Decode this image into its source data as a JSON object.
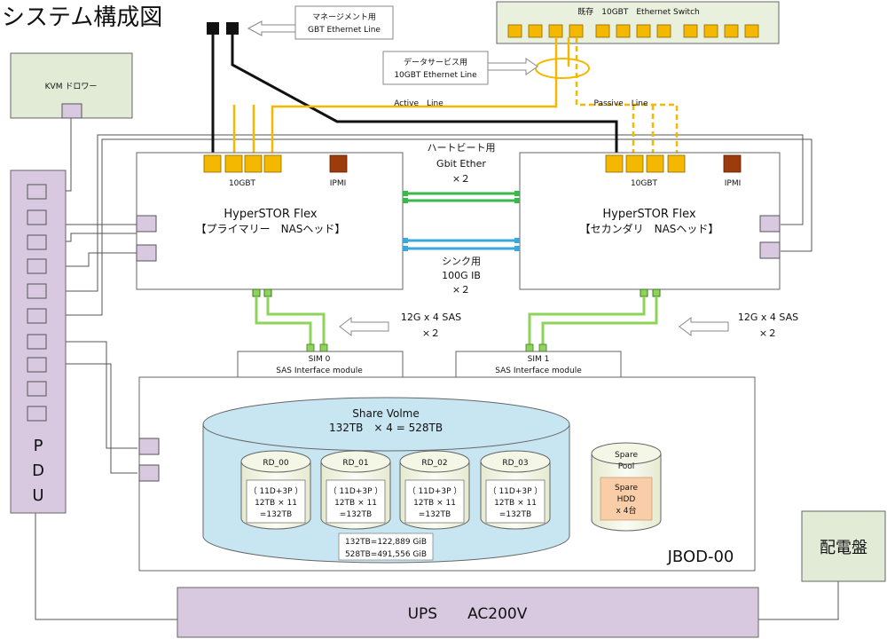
{
  "title": "システム構成図",
  "kvm": "KVM ドロワー",
  "pdu": [
    "P",
    "D",
    "U"
  ],
  "switch_label": "既存　10GBT　Ethernet Switch",
  "mgmt_callout": [
    "マネージメント用",
    "GBT Ethernet Line"
  ],
  "data_callout": [
    "データサービス用",
    "10GBT Ethernet Line"
  ],
  "active_line": "Active　Line",
  "passive_line": "Passive　Line",
  "heartbeat": [
    "ハートビート用",
    "Gbit Ether",
    "×２"
  ],
  "sync": [
    "シンク用",
    "100G IB",
    "×２"
  ],
  "port_10gbt": "10GBT",
  "ipmi": "IPMI",
  "primary_head": [
    "HyperSTOR Flex",
    "【プライマリー　NASヘッド】"
  ],
  "secondary_head": [
    "HyperSTOR Flex",
    "【セカンダリ　NASヘッド】"
  ],
  "sas_left": [
    "12G x 4 SAS",
    "×２"
  ],
  "sas_right": [
    "12G x 4 SAS",
    "×２"
  ],
  "sim0": [
    "SIM 0",
    "SAS Interface module"
  ],
  "sim1": [
    "SIM 1",
    "SAS Interface module"
  ],
  "share_volume": [
    "Share Volme",
    "132TB　× 4 = 528TB"
  ],
  "raid_groups": [
    {
      "name": "RD_00",
      "lines": [
        "（ 11D+3P ）",
        "12TB × 11",
        "=132TB"
      ]
    },
    {
      "name": "RD_01",
      "lines": [
        "（ 11D+3P ）",
        "12TB × 11",
        "=132TB"
      ]
    },
    {
      "name": "RD_02",
      "lines": [
        "（ 11D+3P ）",
        "12TB × 11",
        "=132TB"
      ]
    },
    {
      "name": "RD_03",
      "lines": [
        "（ 11D+3P ）",
        "12TB × 11",
        "=132TB"
      ]
    }
  ],
  "capacity_note": [
    "132TB=122,889 GiB",
    "528TB=491,556 GiB"
  ],
  "spare_pool": [
    "Spare",
    "Pool"
  ],
  "spare_hdd": [
    "Spare",
    "HDD",
    "x 4台"
  ],
  "jbod": "JBOD-00",
  "distribution_board": "配電盤",
  "ups": "UPS　　AC200V",
  "colors": {
    "kvm_fill": "#e2ebd6",
    "switch_fill": "#eaf0de",
    "port_orange": "#f5b800",
    "ipmi_brown": "#9c3c0c",
    "purple_fill": "#d8c8e0",
    "heartbeat_green": "#3cb84a",
    "sync_blue": "#3aa8dc",
    "sas_green": "#8fd45a",
    "volume_blue": "#c8e6f2",
    "spare_peach": "#f8cda8"
  }
}
